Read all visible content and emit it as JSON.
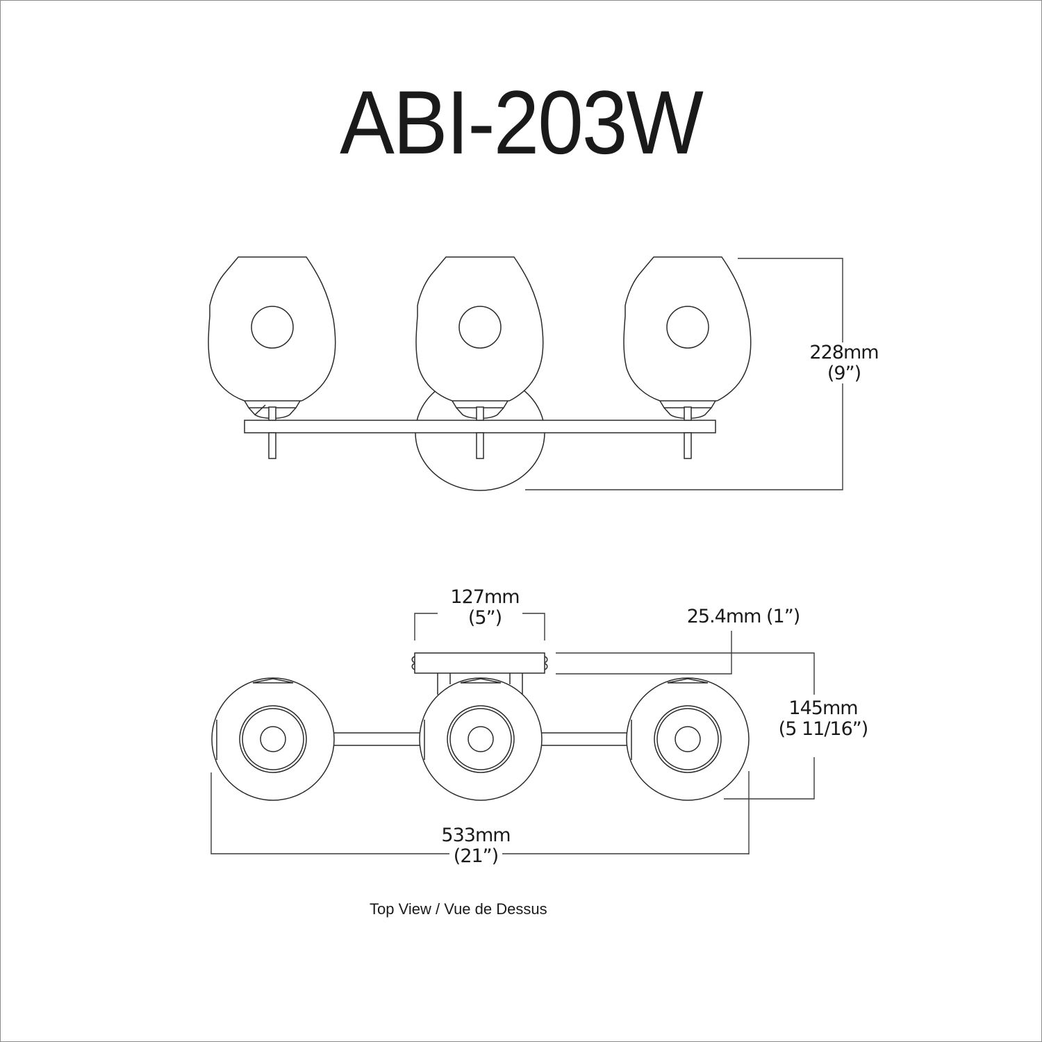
{
  "title": "ABI-203W",
  "front_view": {
    "height_dimension": {
      "mm": "228mm",
      "inches": "(9”)"
    }
  },
  "top_view": {
    "backplate_width": {
      "mm": "127mm",
      "inches": "(5”)"
    },
    "backplate_depth": {
      "label": "25.4mm (1”)"
    },
    "depth_dimension": {
      "mm": "145mm",
      "inches": "(5 11/16”)"
    },
    "overall_width": {
      "mm": "533mm",
      "inches": "(21”)"
    },
    "caption": "Top View / Vue de Dessus"
  },
  "colors": {
    "line": "#2a2a2a",
    "text": "#1a1a1a",
    "border": "#8a8a8a",
    "background": "#ffffff"
  }
}
